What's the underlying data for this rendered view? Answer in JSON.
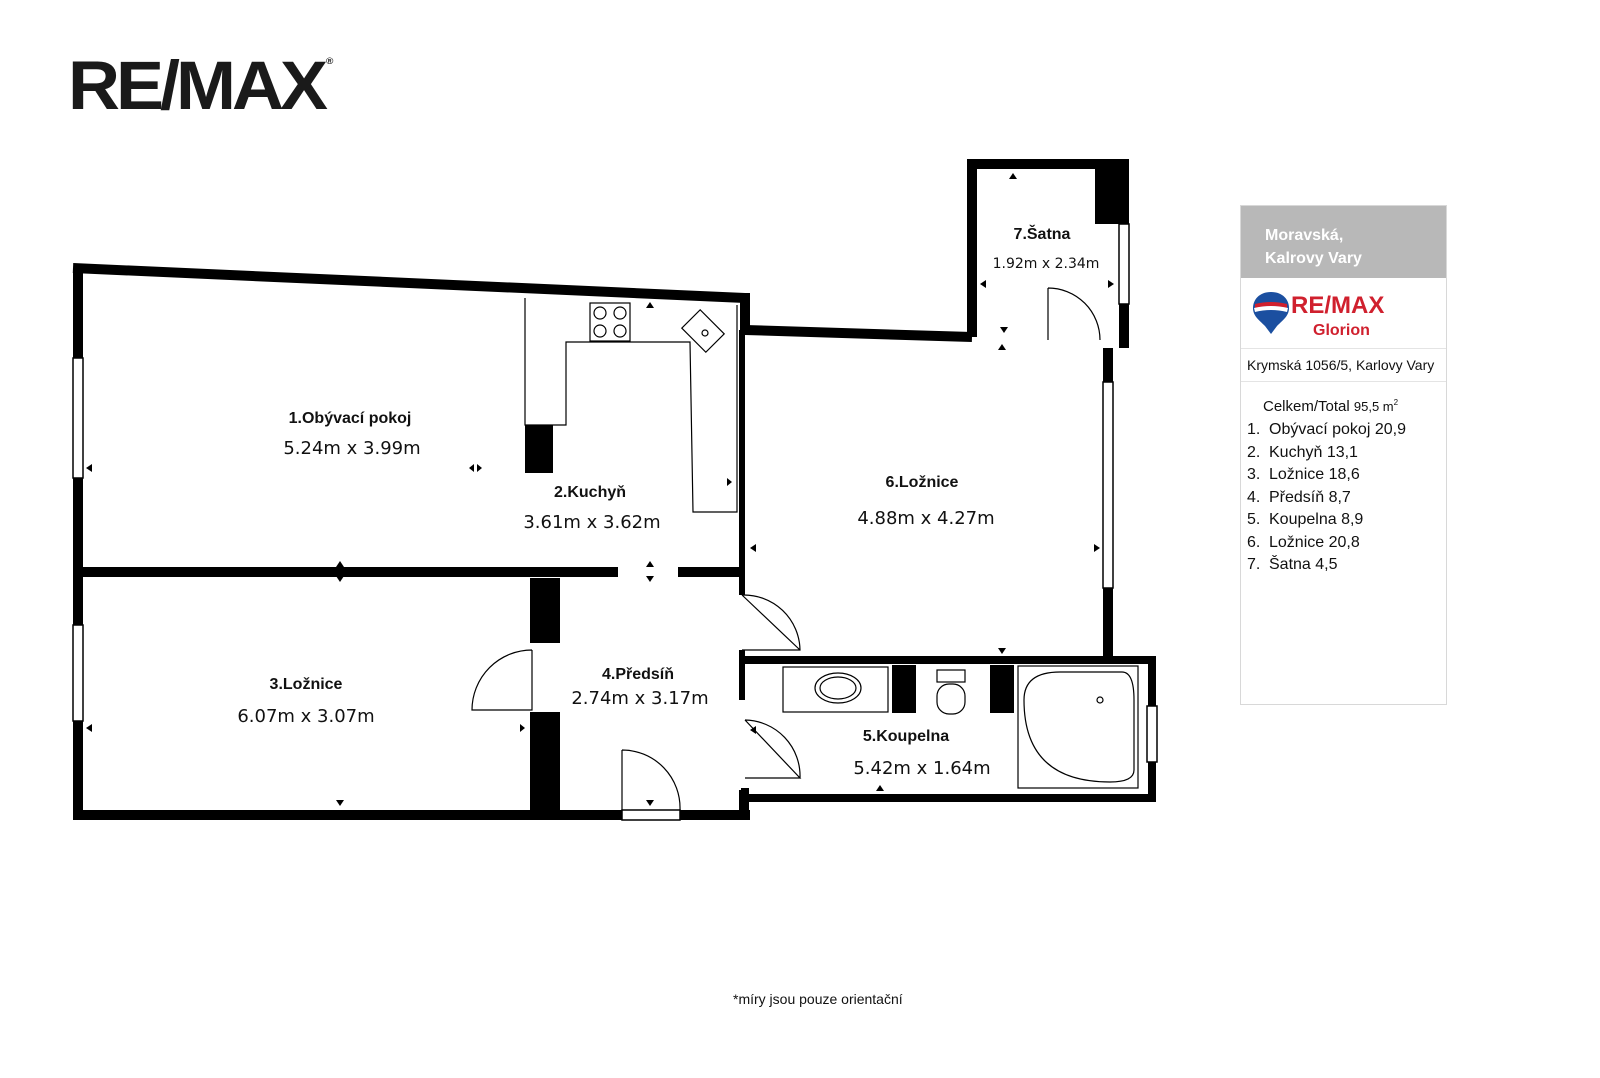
{
  "logo": {
    "text": "RE/MAX",
    "mark": "®"
  },
  "rooms": [
    {
      "name": "1.Obývací pokoj",
      "dims": "5.24m x 3.99m"
    },
    {
      "name": "2.Kuchyň",
      "dims": "3.61m x 3.62m"
    },
    {
      "name": "3.Ložnice",
      "dims": "6.07m x 3.07m"
    },
    {
      "name": "4.Předsíň",
      "dims": "2.74m x 3.17m"
    },
    {
      "name": "5.Koupelna",
      "dims": "5.42m x 1.64m"
    },
    {
      "name": "6.Ložnice",
      "dims": "4.88m x 4.27m"
    },
    {
      "name": "7.Šatna",
      "dims": "1.92m x 2.34m"
    }
  ],
  "panel": {
    "location_line1": "Moravská,",
    "location_line2": "Kalrovy Vary",
    "brand_re": "RE/",
    "brand_max": "MAX",
    "brand_office": "Glorion",
    "address": "Krymská 1056/5, Karlovy Vary",
    "total_label": "Celkem/Total",
    "total_value": "95,5 m",
    "total_unit_sup": "2",
    "areas": [
      {
        "num": "1.",
        "text": "Obývací pokoj 20,9"
      },
      {
        "num": "2.",
        "text": "Kuchyň 13,1"
      },
      {
        "num": "3.",
        "text": "Ložnice 18,6"
      },
      {
        "num": "4.",
        "text": "Předsíň 8,7"
      },
      {
        "num": "5.",
        "text": "Koupelna 8,9"
      },
      {
        "num": "6.",
        "text": "Ložnice 20,8"
      },
      {
        "num": "7.",
        "text": "Šatna 4,5"
      }
    ]
  },
  "footnote": "*míry jsou pouze orientační",
  "colors": {
    "wall": "#000000",
    "panel_head": "#b8b8b8",
    "brand_red": "#d0202e",
    "brand_blue": "#1b4fa0"
  }
}
